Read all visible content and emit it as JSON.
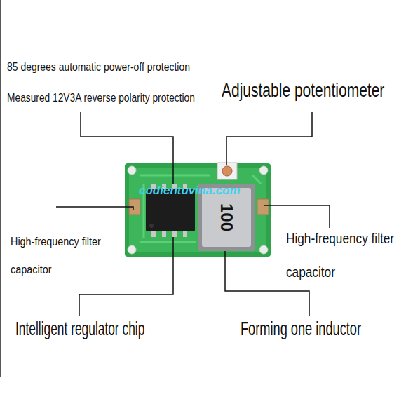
{
  "diagram": {
    "labels": [
      "85 degrees automatic power-off protection",
      "Measured 12V3A reverse polarity protection",
      "Adjustable potentiometer",
      "High-frequency filter capacitor",
      "High-frequency filter capacitor",
      "Intelligent regulator chip",
      "Forming one inductor",
      "100",
      "codientuvina.com"
    ]
  }
}
